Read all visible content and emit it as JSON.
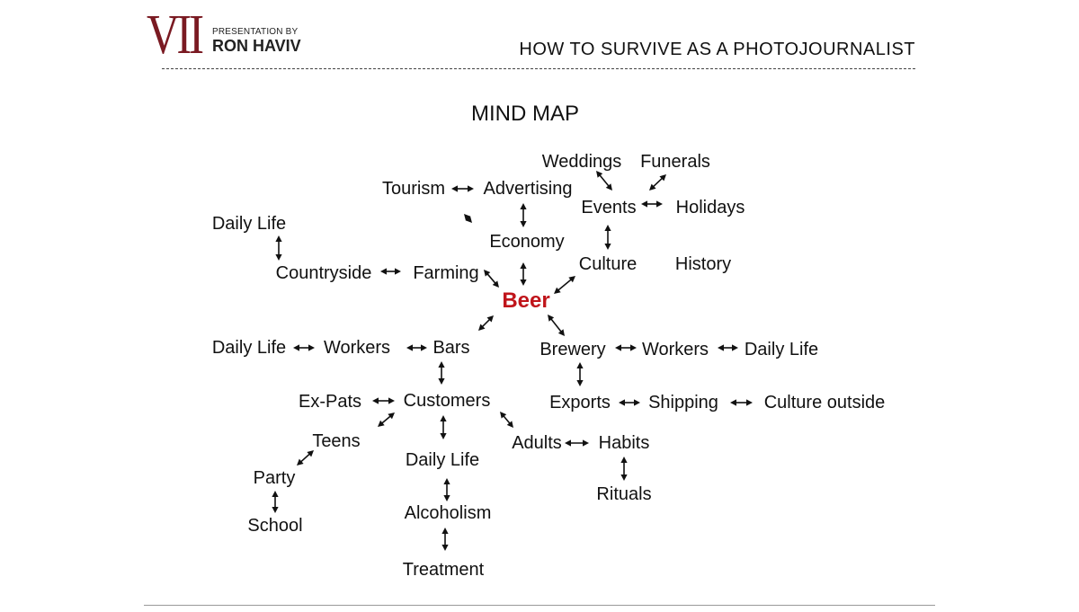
{
  "header": {
    "logo_mark": "VII",
    "logo_line1": "PRESENTATION BY",
    "logo_line2": "RON HAVIV",
    "title": "HOW TO SURVIVE AS A PHOTOJOURNALIST"
  },
  "colors": {
    "brand": "#7a1a22",
    "center_node": "#c0151b",
    "text": "#111111"
  },
  "mind_map": {
    "title": "MIND MAP",
    "center": "Beer",
    "nodes": [
      "Weddings",
      "Funerals",
      "Tourism",
      "Advertising",
      "Events",
      "Holidays",
      "Daily Life",
      "Economy",
      "Countryside",
      "Farming",
      "Culture",
      "History",
      "Daily Life",
      "Workers",
      "Bars",
      "Brewery",
      "Workers",
      "Daily Life",
      "Ex-Pats",
      "Customers",
      "Exports",
      "Shipping",
      "Culture outside",
      "Teens",
      "Adults",
      "Habits",
      "Daily Life",
      "Party",
      "Rituals",
      "School",
      "Alcoholism",
      "Treatment"
    ]
  }
}
